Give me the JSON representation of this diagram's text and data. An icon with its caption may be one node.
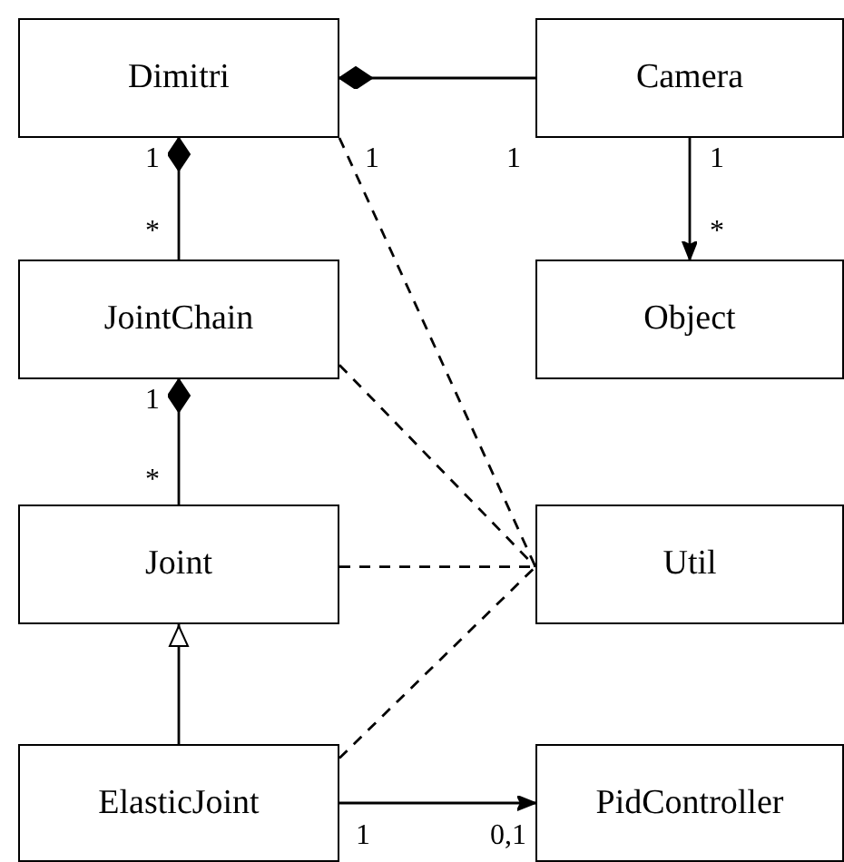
{
  "diagram": {
    "nodes": [
      {
        "text": [
          "Dimitri"
        ]
      },
      {
        "text": [
          "Camera"
        ]
      },
      {
        "text": [
          "JointChain"
        ]
      },
      {
        "text": [
          "Object"
        ]
      },
      {
        "text": [
          "Joint"
        ]
      },
      {
        "text": [
          "Util"
        ]
      },
      {
        "text": [
          "ElasticJoint"
        ]
      },
      {
        "text": [
          "PidController"
        ]
      }
    ],
    "edges": [
      {
        "from": 1,
        "to": 0,
        "arrow": "other"
      },
      {
        "from": 1,
        "to": 3,
        "arrow": "to"
      },
      {
        "from": 2,
        "to": 0,
        "arrow": "other"
      },
      {
        "from": 4,
        "to": 2,
        "arrow": "other"
      },
      {
        "from": 6,
        "to": 4,
        "arrow": "to"
      },
      {
        "from": 6,
        "to": 7,
        "arrow": "to"
      },
      {
        "from": 0,
        "to": 5,
        "arrow": "none",
        "style": "dashed"
      },
      {
        "from": 2,
        "to": 5,
        "arrow": "none",
        "style": "dashed"
      },
      {
        "from": 4,
        "to": 5,
        "arrow": "none",
        "style": "dashed"
      },
      {
        "from": 6,
        "to": 5,
        "arrow": "none",
        "style": "dashed"
      }
    ],
    "labels": [
      "1",
      "1",
      "1",
      "1",
      "*",
      "*",
      "1",
      "*",
      "1",
      "0,1"
    ]
  }
}
